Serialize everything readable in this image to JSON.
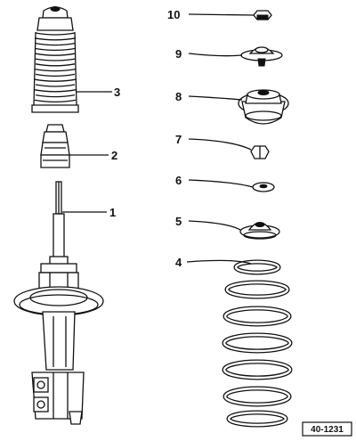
{
  "diagram": {
    "reference_code": "40-1231",
    "callouts": [
      {
        "id": "1",
        "label": "1"
      },
      {
        "id": "2",
        "label": "2"
      },
      {
        "id": "3",
        "label": "3"
      },
      {
        "id": "4",
        "label": "4"
      },
      {
        "id": "5",
        "label": "5"
      },
      {
        "id": "6",
        "label": "6"
      },
      {
        "id": "7",
        "label": "7"
      },
      {
        "id": "8",
        "label": "8"
      },
      {
        "id": "9",
        "label": "9"
      },
      {
        "id": "10",
        "label": "10"
      }
    ]
  }
}
